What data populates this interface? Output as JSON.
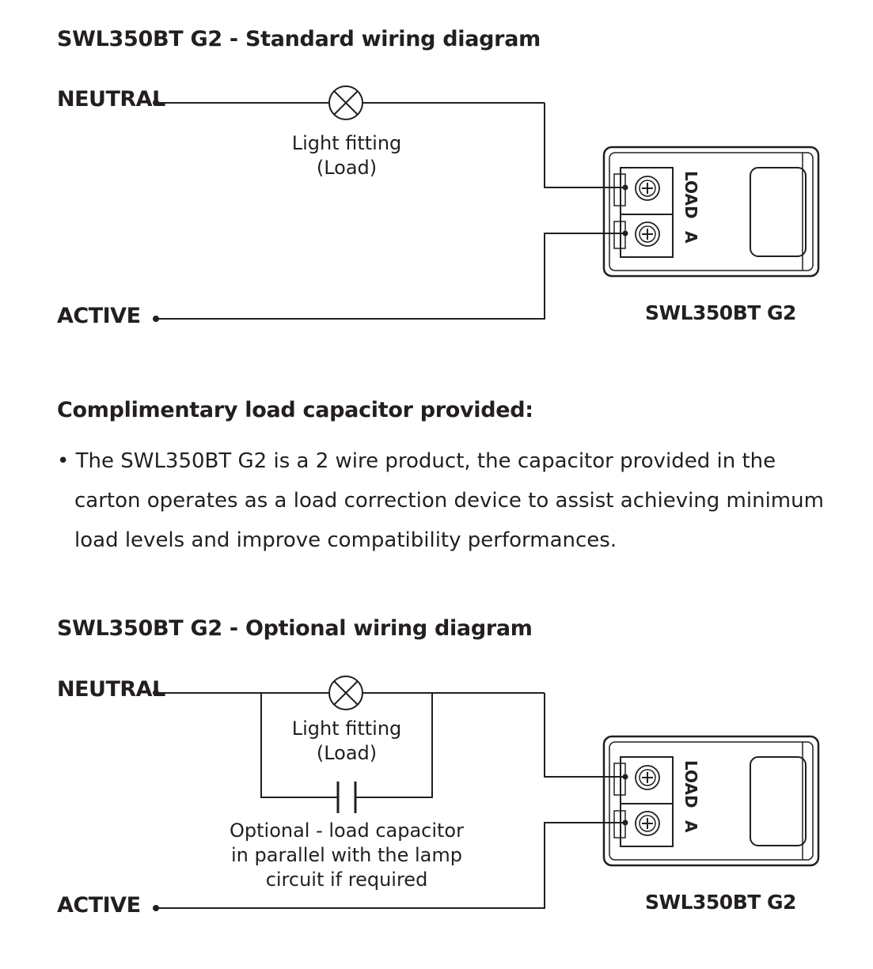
{
  "diagram1": {
    "title": "SWL350BT G2 - Standard wiring diagram",
    "neutral_label": "NEUTRAL",
    "active_label": "ACTIVE",
    "load_note_line1": "Light fitting",
    "load_note_line2": "(Load)",
    "device_model": "SWL350BT G2",
    "terminal_load": "LOAD",
    "terminal_a": "A"
  },
  "capacitor_section": {
    "heading": "Complimentary load capacitor provided:",
    "bullet": "•",
    "lines": [
      "The SWL350BT G2 is a 2 wire product, the capacitor provided in the",
      "carton operates as a load correction device to assist achieving minimum",
      "load levels and  improve compatibility performances."
    ]
  },
  "diagram2": {
    "title": "SWL350BT G2 - Optional wiring diagram",
    "neutral_label": "NEUTRAL",
    "active_label": "ACTIVE",
    "load_note_line1": "Light fitting",
    "load_note_line2": "(Load)",
    "capacitor_note_line1": "Optional - load capacitor",
    "capacitor_note_line2": "in parallel with the lamp",
    "capacitor_note_line3": "circuit if required",
    "device_model": "SWL350BT G2",
    "terminal_load": "LOAD",
    "terminal_a": "A"
  },
  "colors": {
    "ink": "#231f20",
    "background": "#ffffff"
  }
}
